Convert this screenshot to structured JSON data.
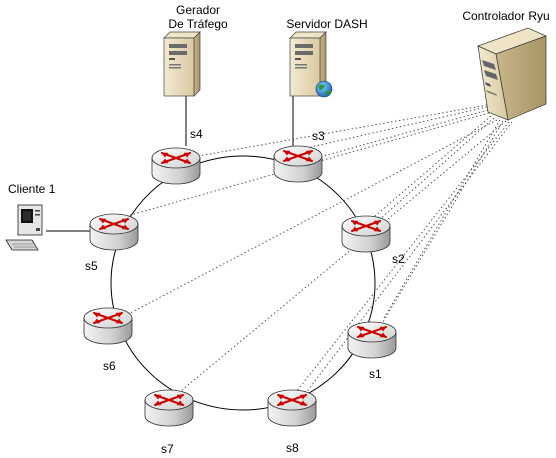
{
  "devices": {
    "traffic_generator": {
      "label_line1": "Gerador",
      "label_line2": "De Tráfego"
    },
    "dash_server": {
      "label": "Servidor DASH"
    },
    "controller": {
      "label": "Controlador Ryu"
    },
    "client": {
      "label": "Cliente 1"
    }
  },
  "switches": [
    {
      "id": "s1",
      "label": "s1"
    },
    {
      "id": "s2",
      "label": "s2"
    },
    {
      "id": "s3",
      "label": "s3"
    },
    {
      "id": "s4",
      "label": "s4"
    },
    {
      "id": "s5",
      "label": "s5"
    },
    {
      "id": "s6",
      "label": "s6"
    },
    {
      "id": "s7",
      "label": "s7"
    },
    {
      "id": "s8",
      "label": "s8"
    }
  ],
  "colors": {
    "router_body": "#d9d9d9",
    "router_arrow": "#cc0000",
    "server_body": "#e8dcc0",
    "link": "#000000",
    "control_link": "#555555"
  }
}
